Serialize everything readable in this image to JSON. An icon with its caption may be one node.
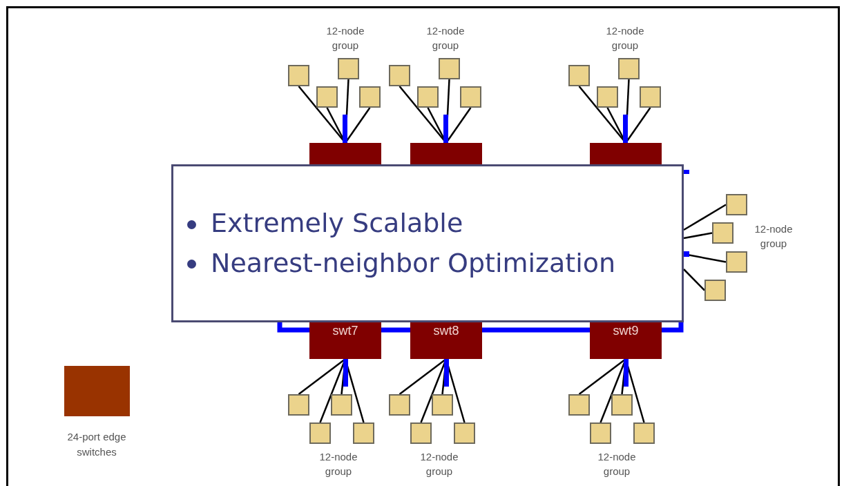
{
  "diagram": {
    "nodes": [
      {
        "text": [],
        "shape": "box"
      },
      {
        "text": [],
        "shape": "box"
      },
      {
        "text": [],
        "shape": "box"
      },
      {
        "text": [],
        "shape": "box"
      },
      {
        "text": [],
        "shape": "box"
      },
      {
        "text": [],
        "shape": "box"
      },
      {
        "text": [],
        "shape": "box"
      },
      {
        "text": [],
        "shape": "box"
      },
      {
        "text": [],
        "shape": "box"
      },
      {
        "text": [],
        "shape": "box"
      },
      {
        "text": [],
        "shape": "box"
      },
      {
        "text": [],
        "shape": "box"
      },
      {
        "text": [],
        "shape": "box"
      },
      {
        "text": [],
        "shape": "box"
      },
      {
        "text": [],
        "shape": "box"
      },
      {
        "text": [
          "Extremely Scalable",
          "Nearest-neighbor Optimization"
        ]
      },
      {
        "text": [],
        "shape": "box"
      },
      {
        "text": [],
        "shape": "box"
      },
      {
        "text": [],
        "shape": "box"
      },
      {
        "text": [],
        "shape": "box"
      },
      {
        "text": [
          "swt7"
        ]
      },
      {
        "text": [
          "swt8"
        ]
      },
      {
        "text": [
          "swt9"
        ]
      },
      {
        "text": [],
        "shape": "box"
      },
      {
        "text": [],
        "shape": "box"
      },
      {
        "text": [],
        "shape": "box"
      },
      {
        "text": [],
        "shape": "box"
      },
      {
        "text": [],
        "shape": "box"
      },
      {
        "text": [],
        "shape": "box"
      },
      {
        "text": [],
        "shape": "box"
      },
      {
        "text": [],
        "shape": "box"
      },
      {
        "text": [],
        "shape": "box"
      },
      {
        "text": [],
        "shape": "box"
      },
      {
        "text": [],
        "shape": "box"
      },
      {
        "text": [],
        "shape": "box"
      }
    ],
    "edges": [
      {
        "from": 3,
        "to": 0,
        "arrow": "none"
      },
      {
        "from": 4,
        "to": 0,
        "arrow": "none"
      },
      {
        "from": 5,
        "to": 0,
        "arrow": "none"
      },
      {
        "from": 6,
        "to": 0,
        "arrow": "none"
      },
      {
        "from": 7,
        "to": 1,
        "arrow": "none"
      },
      {
        "from": 8,
        "to": 1,
        "arrow": "none"
      },
      {
        "from": 9,
        "to": 1,
        "arrow": "none"
      },
      {
        "from": 10,
        "to": 1,
        "arrow": "none"
      },
      {
        "from": 11,
        "to": 2,
        "arrow": "none"
      },
      {
        "from": 12,
        "to": 2,
        "arrow": "none"
      },
      {
        "from": 13,
        "to": 2,
        "arrow": "none"
      },
      {
        "from": 14,
        "to": 2,
        "arrow": "none"
      },
      {
        "from": 15,
        "to": 16,
        "arrow": "none"
      },
      {
        "from": 15,
        "to": 17,
        "arrow": "none"
      },
      {
        "from": 15,
        "to": 18,
        "arrow": "none"
      },
      {
        "from": 15,
        "to": 19,
        "arrow": "none"
      },
      {
        "from": 15,
        "to": 20,
        "arrow": "none",
        "style": "thick",
        "color": "#0000ff"
      },
      {
        "from": 20,
        "to": 21,
        "arrow": "none",
        "style": "thick",
        "color": "#0000ff"
      },
      {
        "from": 21,
        "to": 22,
        "arrow": "none",
        "style": "thick",
        "color": "#0000ff"
      },
      {
        "from": 22,
        "to": 15,
        "arrow": "none",
        "style": "thick",
        "color": "#0000ff"
      },
      {
        "from": 20,
        "to": 23,
        "arrow": "none"
      },
      {
        "from": 20,
        "to": 24,
        "arrow": "none"
      },
      {
        "from": 20,
        "to": 25,
        "arrow": "none"
      },
      {
        "from": 20,
        "to": 26,
        "arrow": "none"
      },
      {
        "from": 21,
        "to": 27,
        "arrow": "none"
      },
      {
        "from": 21,
        "to": 28,
        "arrow": "none"
      },
      {
        "from": 21,
        "to": 29,
        "arrow": "none"
      },
      {
        "from": 21,
        "to": 30,
        "arrow": "none"
      },
      {
        "from": 22,
        "to": 31,
        "arrow": "none"
      },
      {
        "from": 22,
        "to": 32,
        "arrow": "none"
      },
      {
        "from": 22,
        "to": 33,
        "arrow": "none"
      },
      {
        "from": 22,
        "to": 34,
        "arrow": "none"
      }
    ],
    "labels": [
      "12-node group",
      "12-node group",
      "12-node group",
      "12-node group",
      "12-node group",
      "12-node group",
      "12-node group"
    ],
    "legend": [
      {
        "text": "24-port edge switches",
        "color": "#993300"
      }
    ]
  }
}
